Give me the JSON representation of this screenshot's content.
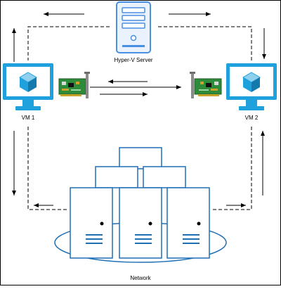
{
  "nodes": {
    "server": {
      "label": "Hyper-V Server",
      "icon": "server-icon"
    },
    "vm1": {
      "label": "VM 1",
      "icon": "monitor-icon"
    },
    "vm2": {
      "label": "VM 2",
      "icon": "monitor-icon"
    },
    "network": {
      "label": "Network",
      "icon": "server-cluster-icon"
    },
    "nic_left": {
      "icon": "network-card-icon"
    },
    "nic_right": {
      "icon": "network-card-icon"
    }
  },
  "colors": {
    "accent_blue": "#29a8e0",
    "monitor_blue": "#1ea1dc",
    "server_blue": "#4a90e2",
    "server_fill": "#eaf3fd",
    "card_green": "#2e8b3a",
    "cluster_blue": "#1f6fb5"
  }
}
